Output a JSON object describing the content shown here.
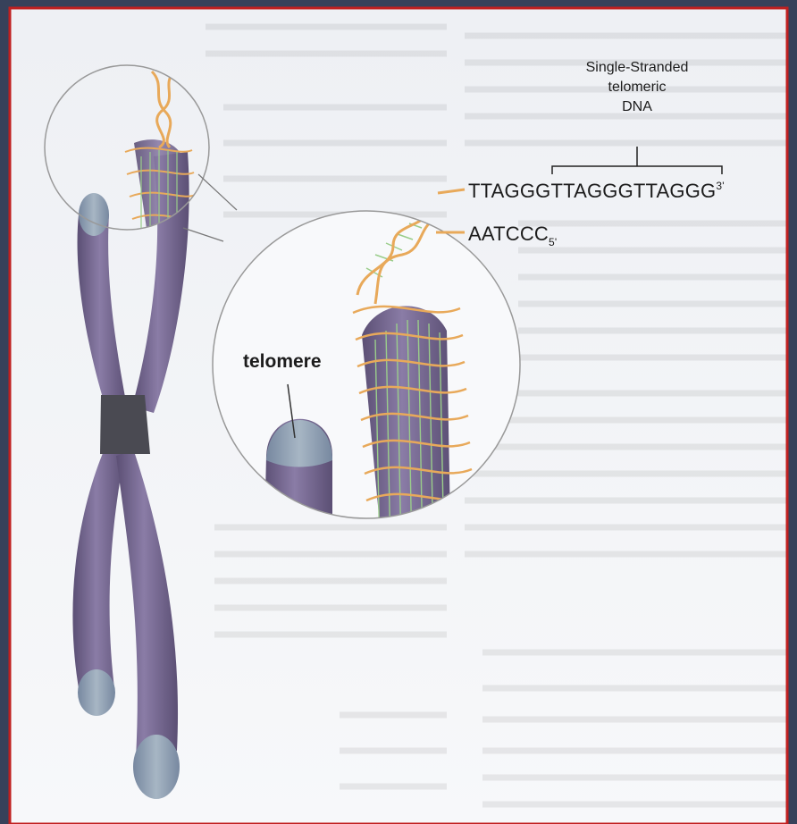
{
  "labels": {
    "single_stranded_line1": "Single-Stranded",
    "single_stranded_line2": "telomeric",
    "single_stranded_line3": "DNA",
    "top_strand": "TTAGGGTTAGGGTTAGGG",
    "top_strand_end": "3'",
    "bottom_strand": "AATCCC",
    "bottom_strand_end": "5'",
    "telomere": "telomere"
  },
  "colors": {
    "background": "#37415a",
    "border": "#c02020",
    "page": "#f5f6f8",
    "chromosome": "#7a6c94",
    "chromosome_dark": "#5d5175",
    "telomere_cap": "#8fa0b0",
    "centromere": "#4a4a50",
    "dna_backbone": "#e8a95a"
  }
}
